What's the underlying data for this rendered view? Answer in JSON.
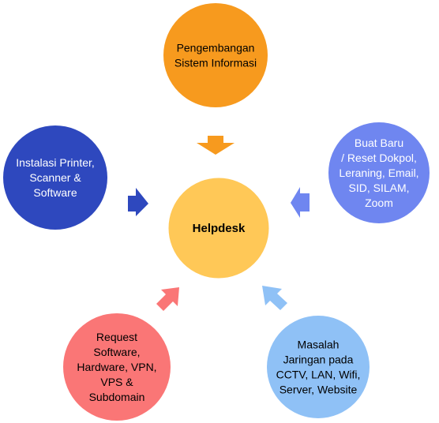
{
  "center": {
    "label_lines": [
      "Helpdesk"
    ],
    "color": "#FFC857",
    "text_color": "#000000"
  },
  "nodes": [
    {
      "id": "top",
      "label_lines": [
        "Pengembangan",
        "Sistem Informasi"
      ],
      "color": "#F79A1E",
      "text_color": "#000000",
      "arrow_color": "#F79A1E",
      "arrow_icon": "arrow-down-icon"
    },
    {
      "id": "right",
      "label_lines": [
        "Buat Baru",
        "/ Reset  Dokpol,",
        "Leraning, Email,",
        "SID, SILAM,",
        "Zoom"
      ],
      "color": "#6F86F0",
      "text_color": "#ffffff",
      "arrow_color": "#6F86F0",
      "arrow_icon": "arrow-left-icon"
    },
    {
      "id": "bottom-right",
      "label_lines": [
        "Masalah",
        "Jaringan pada",
        "CCTV, LAN, Wifi,",
        "Server, Website"
      ],
      "color": "#8FC1F6",
      "text_color": "#000000",
      "arrow_color": "#8FC1F6",
      "arrow_icon": "arrow-up-left-icon"
    },
    {
      "id": "bottom-left",
      "label_lines": [
        "Request",
        "Software,",
        "Hardware, VPN,",
        "VPS &",
        "Subdomain"
      ],
      "color": "#FA7676",
      "text_color": "#000000",
      "arrow_color": "#FA7676",
      "arrow_icon": "arrow-up-right-icon"
    },
    {
      "id": "left",
      "label_lines": [
        "Instalasi Printer,",
        "Scanner &",
        "Software"
      ],
      "color": "#2E48BE",
      "text_color": "#ffffff",
      "arrow_color": "#2E48BE",
      "arrow_icon": "arrow-right-icon"
    }
  ]
}
